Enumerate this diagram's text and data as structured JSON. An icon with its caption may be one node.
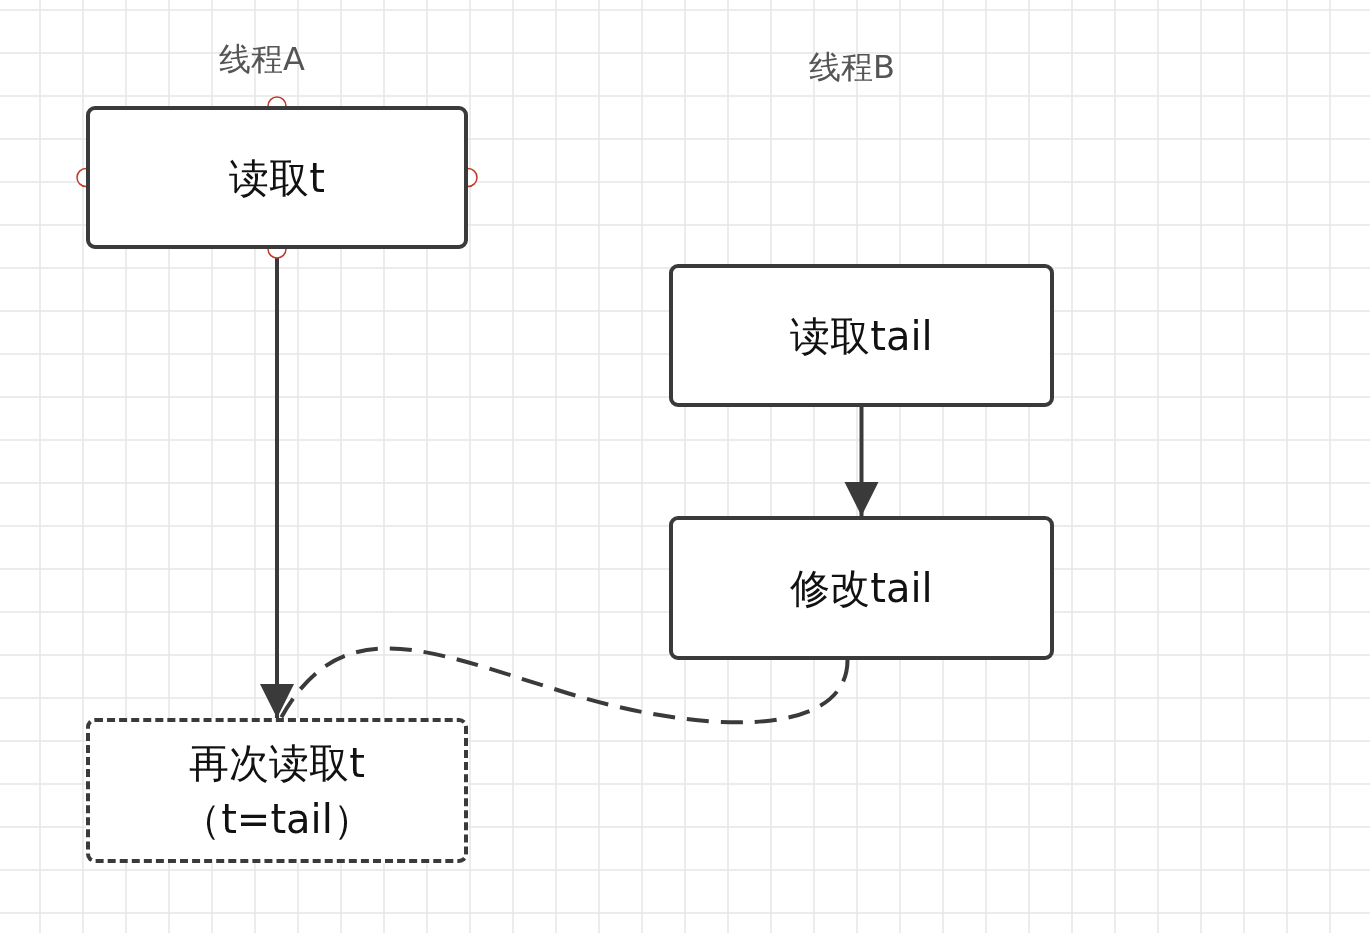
{
  "diagram": {
    "nodes": [
      {
        "text": [
          "读取t"
        ]
      },
      {
        "text": [
          "读取tail"
        ]
      },
      {
        "text": [
          "修改tail"
        ]
      },
      {
        "text": [
          "再次读取t（t=tail）"
        ]
      }
    ],
    "edges": [
      {
        "from": 0,
        "to": 3,
        "arrow": "to"
      },
      {
        "from": 1,
        "to": 2,
        "arrow": "to"
      },
      {
        "from": 2,
        "to": 3,
        "arrow": "none",
        "style": "dashed"
      }
    ],
    "labels": [
      "线程A",
      "线程B"
    ]
  }
}
